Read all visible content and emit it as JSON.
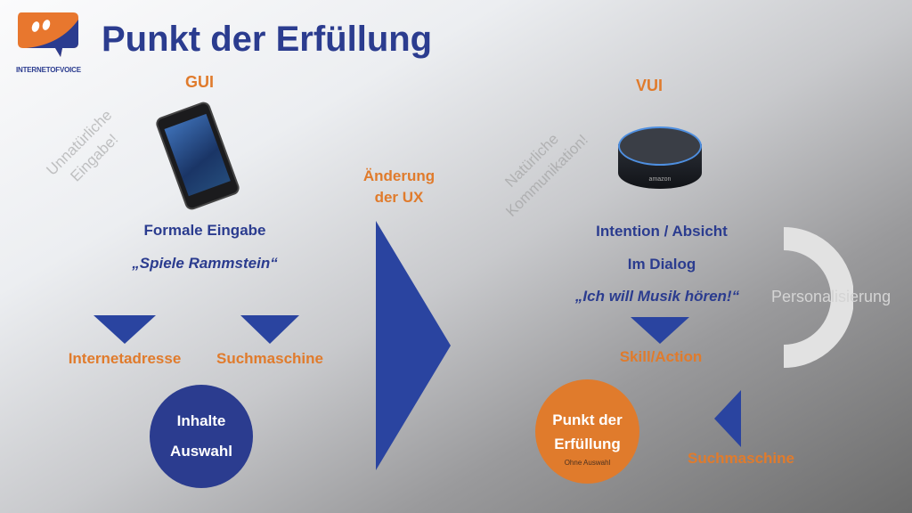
{
  "logo": {
    "text": "INTERNETOFVOICE",
    "colors": {
      "orange": "#e8772e",
      "blue": "#2b3c8f"
    }
  },
  "title": "Punkt der Erfüllung",
  "gui": {
    "heading": "GUI",
    "watermark_line1": "Unnatürliche",
    "watermark_line2": "Eingabe!",
    "formal": "Formale Eingabe",
    "quote": "„Spiele Rammstein“",
    "left_target": "Internetadresse",
    "right_target": "Suchmaschine",
    "circle_line1": "Inhalte",
    "circle_line2": "Auswahl"
  },
  "middle": {
    "line1": "Änderung",
    "line2": "der UX"
  },
  "vui": {
    "heading": "VUI",
    "watermark_line1": "Natürliche",
    "watermark_line2": "Kommunikation!",
    "intention": "Intention / Absicht",
    "dialog": "Im Dialog",
    "quote": "„Ich will Musik hören!“",
    "skill": "Skill/Action",
    "personalisation": "Personalisierung",
    "circle_line1": "Punkt der",
    "circle_line2": "Erfüllung",
    "circle_sub": "Ohne Auswahl",
    "search": "Suchmaschine",
    "device_brand": "amazon"
  },
  "colors": {
    "blue": "#2b3c8f",
    "orange": "#e07b2c",
    "arrow_blue": "#2a44a0"
  }
}
